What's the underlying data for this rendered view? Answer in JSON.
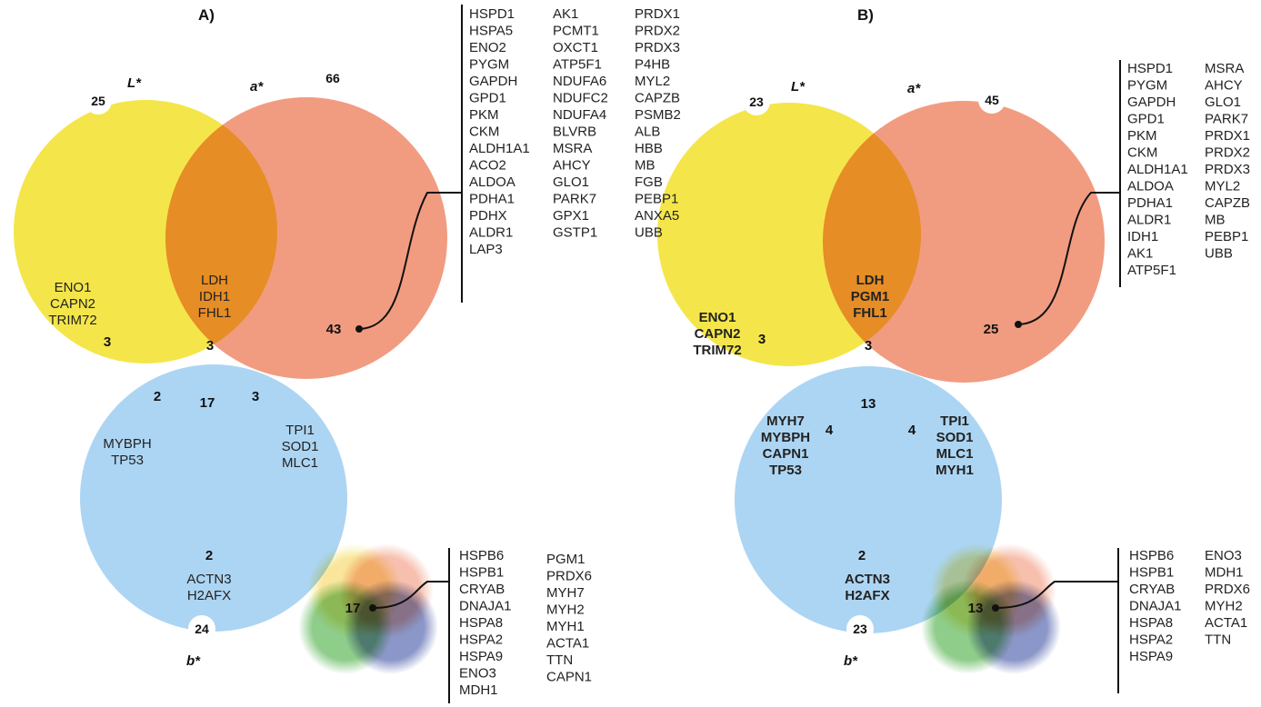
{
  "colors": {
    "L": "#f4e64a",
    "a": "#f19c80",
    "b": "#acd5f3"
  },
  "panels": [
    {
      "title": "A)",
      "labels": {
        "L": "L*",
        "a": "a*",
        "b": "b*"
      },
      "totals": {
        "L": "25",
        "a": "66",
        "b": "24"
      },
      "only_L": {
        "count": "3",
        "genes": [
          "ENO1",
          "CAPN2",
          "TRIM72"
        ]
      },
      "only_a": {
        "count": "43"
      },
      "only_b": {
        "count": "2",
        "genes": [
          "ACTN3",
          "H2AFX"
        ]
      },
      "L_a": {
        "count": "3",
        "genes": [
          "LDH",
          "IDH1",
          "FHL1"
        ]
      },
      "L_b": {
        "count": "2",
        "genes": [
          "MYBPH",
          "TP53"
        ]
      },
      "a_b": {
        "count": "3",
        "genes": [
          "TPI1",
          "SOD1",
          "MLC1"
        ]
      },
      "all": {
        "count": "17"
      },
      "a_list": [
        [
          "HSPD1",
          "HSPA5",
          "ENO2",
          "PYGM",
          "GAPDH",
          "GPD1",
          "PKM",
          "CKM",
          "ALDH1A1",
          "ACO2",
          "ALDOA",
          "PDHA1",
          "PDHX",
          "ALDR1",
          "LAP3"
        ],
        [
          "AK1",
          "PCMT1",
          "OXCT1",
          "ATP5F1",
          "NDUFA6",
          "NDUFC2",
          "NDUFA4",
          "BLVRB",
          "MSRA",
          "AHCY",
          "GLO1",
          "PARK7",
          "GPX1",
          "GSTP1"
        ],
        [
          "PRDX1",
          "PRDX2",
          "PRDX3",
          "P4HB",
          "MYL2",
          "CAPZB",
          "PSMB2",
          "ALB",
          "HBB",
          "MB",
          "FGB",
          "PEBP1",
          "ANXA5",
          "UBB"
        ]
      ],
      "core_list": [
        [
          "HSPB6",
          "HSPB1",
          "CRYAB",
          "DNAJA1",
          "HSPA8",
          "HSPA2",
          "HSPA9",
          "ENO3",
          "MDH1"
        ],
        [
          "PGM1",
          "PRDX6",
          "MYH7",
          "MYH2",
          "MYH1",
          "ACTA1",
          "TTN",
          "CAPN1"
        ]
      ]
    },
    {
      "title": "B)",
      "labels": {
        "L": "L*",
        "a": "a*",
        "b": "b*"
      },
      "totals": {
        "L": "23",
        "a": "45",
        "b": "23"
      },
      "only_L": {
        "count": "3",
        "genes": [
          "ENO1",
          "CAPN2",
          "TRIM72"
        ]
      },
      "only_a": {
        "count": "25"
      },
      "only_b": {
        "count": "2",
        "genes": [
          "ACTN3",
          "H2AFX"
        ]
      },
      "L_a": {
        "count": "3",
        "genes": [
          "LDH",
          "PGM1",
          "FHL1"
        ]
      },
      "L_b": {
        "count": "4",
        "genes": [
          "MYH7",
          "MYBPH",
          "CAPN1",
          "TP53"
        ]
      },
      "a_b": {
        "count": "4",
        "genes": [
          "TPI1",
          "SOD1",
          "MLC1",
          "MYH1"
        ]
      },
      "all": {
        "count": "13"
      },
      "a_list": [
        [
          "HSPD1",
          "PYGM",
          "GAPDH",
          "GPD1",
          "PKM",
          "CKM",
          "ALDH1A1",
          "ALDOA",
          "PDHA1",
          "ALDR1",
          "IDH1",
          "AK1",
          "ATP5F1"
        ],
        [
          "MSRA",
          "AHCY",
          "GLO1",
          "PARK7",
          "PRDX1",
          "PRDX2",
          "PRDX3",
          "MYL2",
          "CAPZB",
          "MB",
          "PEBP1",
          "UBB"
        ]
      ],
      "core_list": [
        [
          "HSPB6",
          "HSPB1",
          "CRYAB",
          "DNAJA1",
          "HSPA8",
          "HSPA2",
          "HSPA9"
        ],
        [
          "ENO3",
          "MDH1",
          "PRDX6",
          "MYH2",
          "ACTA1",
          "TTN"
        ]
      ]
    }
  ]
}
